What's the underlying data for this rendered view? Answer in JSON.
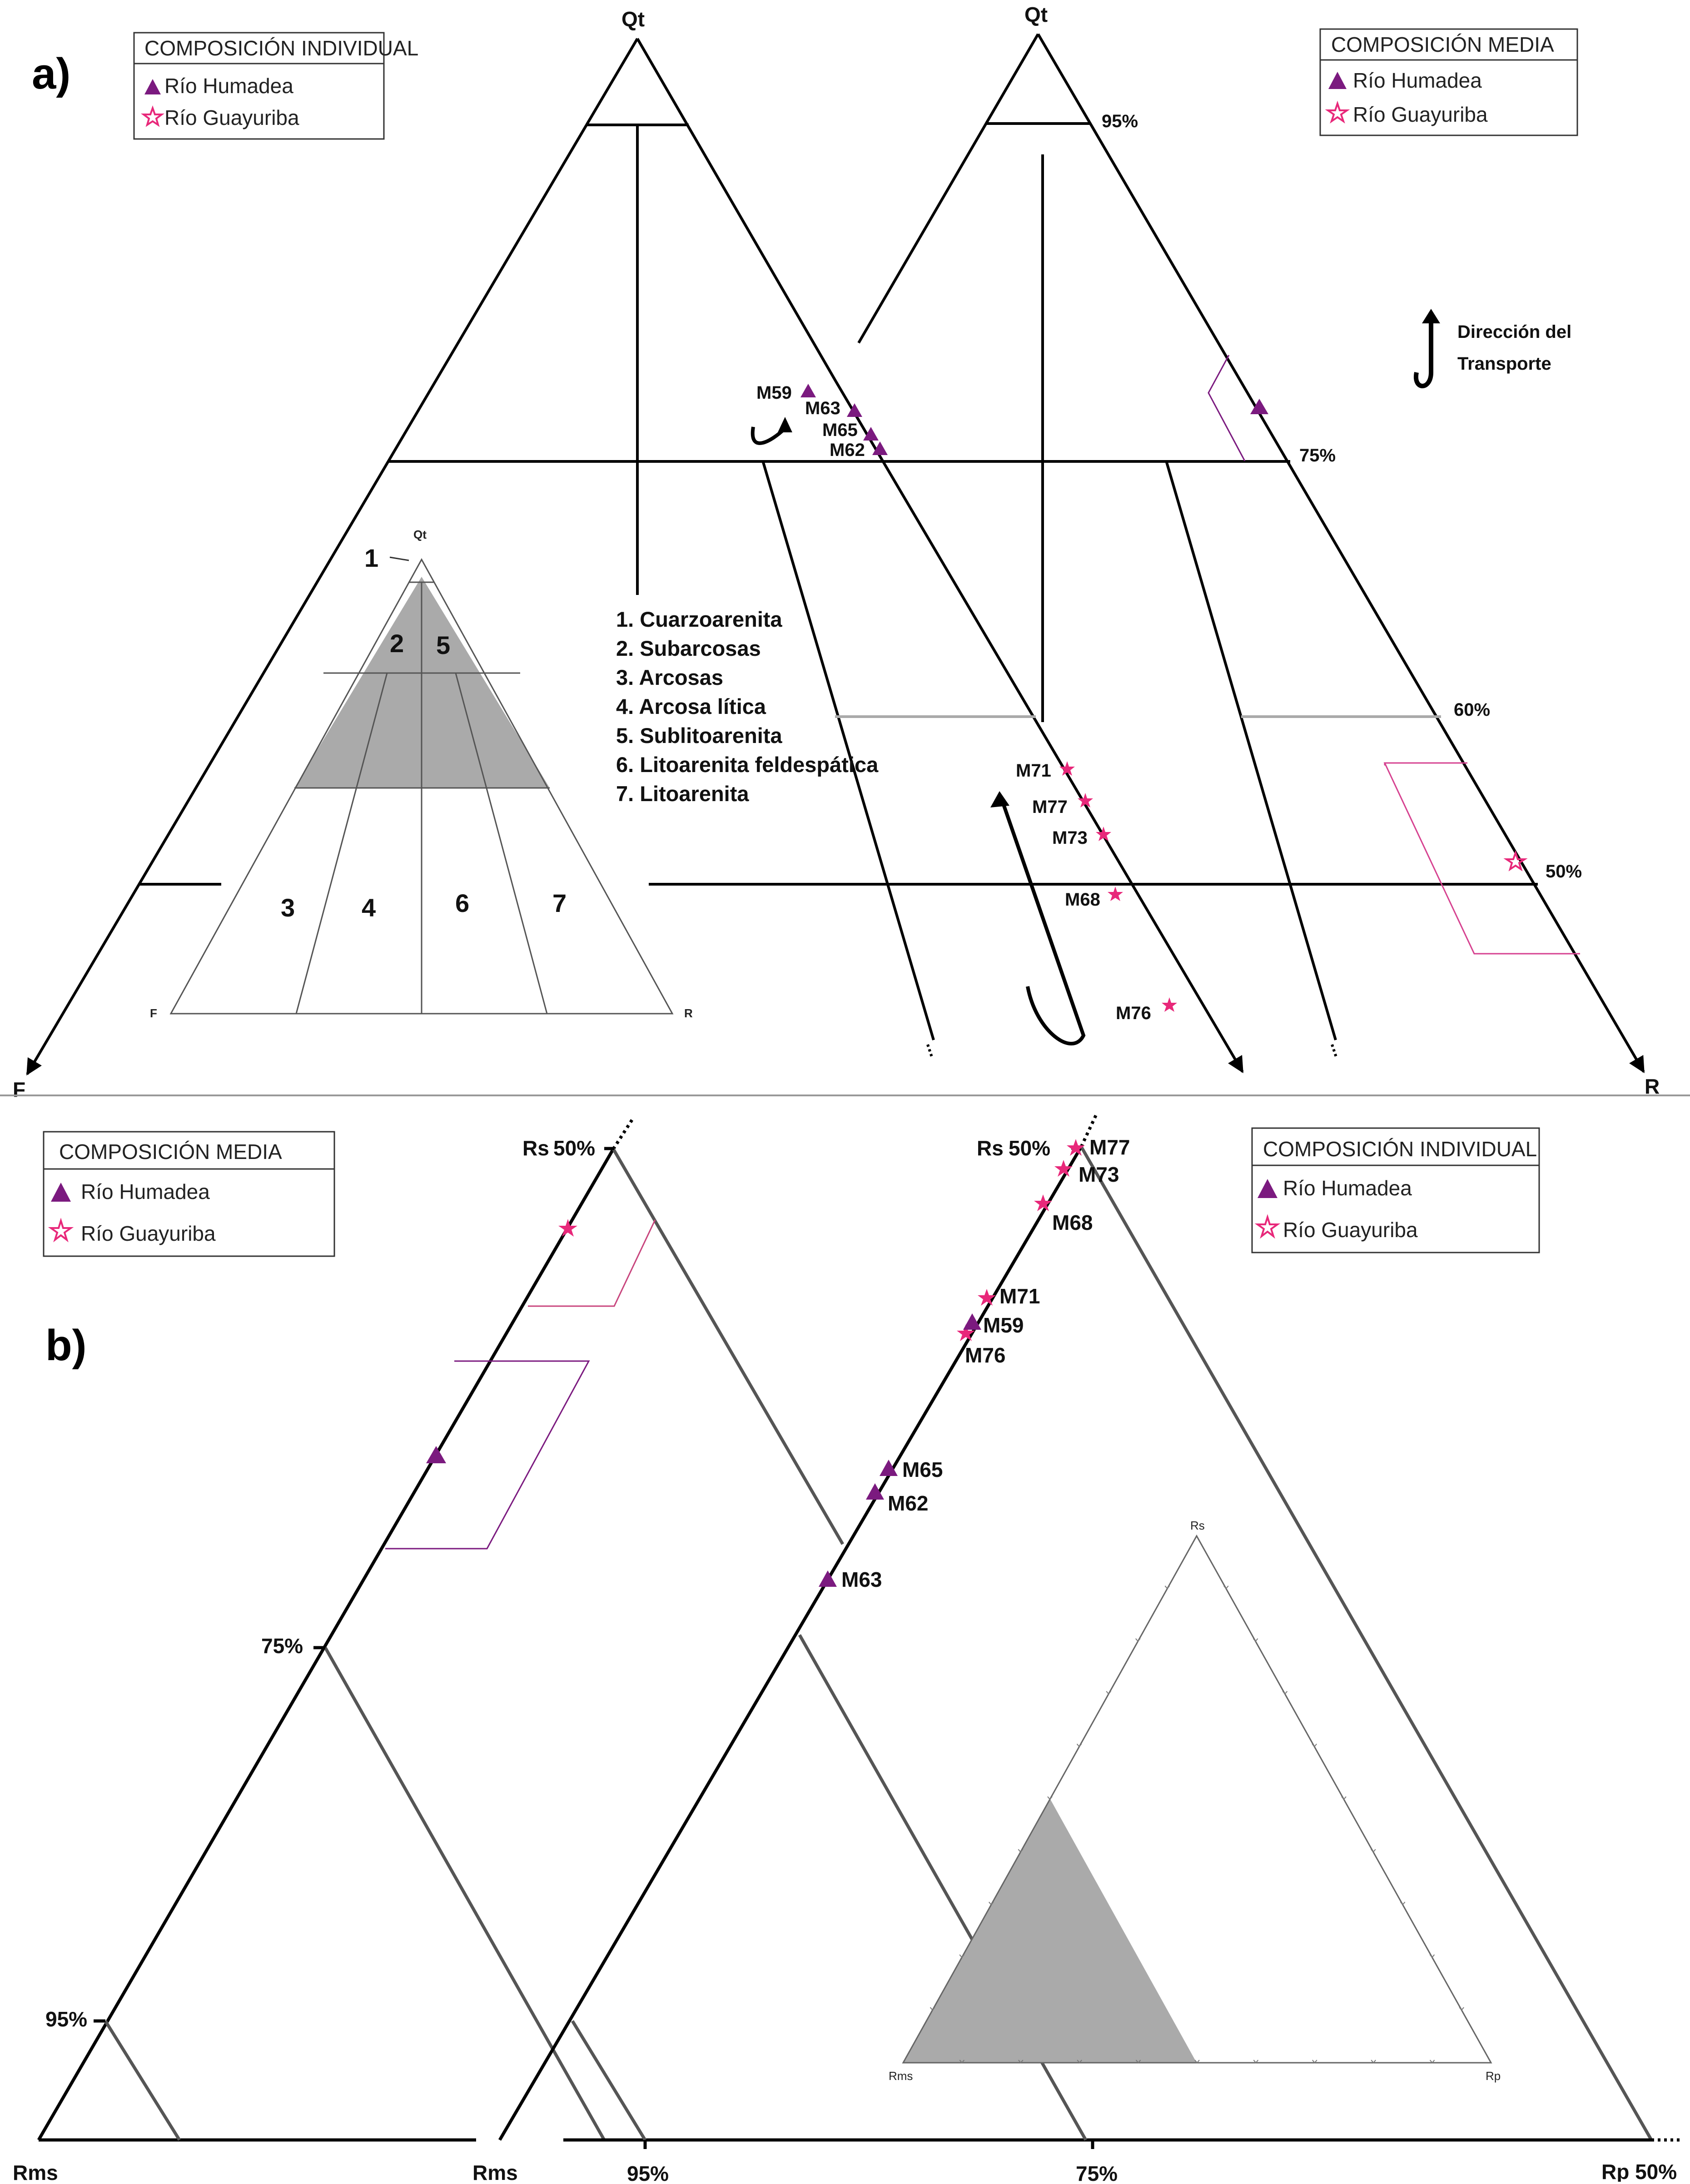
{
  "panel_a": {
    "label": "a)",
    "apex_left_label": "Qt",
    "apex_right_label": "Qt",
    "corner_f_label": "F",
    "corner_r_label": "R",
    "legend_left": {
      "title": "COMPOSICIÓN INDIVIDUAL",
      "items": [
        "Río Humadea",
        "Río Guayuriba"
      ]
    },
    "legend_right": {
      "title": "COMPOSICIÓN MEDIA",
      "items": [
        "Río Humadea",
        "Río Guayuriba"
      ]
    },
    "transport_label_line1": "Dirección del",
    "transport_label_line2": "Transporte",
    "pct_95": "95%",
    "pct_75": "75%",
    "pct_60": "60%",
    "pct_50": "50%",
    "samples": [
      {
        "id": "M59",
        "river": "Río Humadea"
      },
      {
        "id": "M63",
        "river": "Río Humadea"
      },
      {
        "id": "M65",
        "river": "Río Humadea"
      },
      {
        "id": "M62",
        "river": "Río Humadea"
      },
      {
        "id": "M71",
        "river": "Río Guayuriba"
      },
      {
        "id": "M77",
        "river": "Río Guayuriba"
      },
      {
        "id": "M73",
        "river": "Río Guayuriba"
      },
      {
        "id": "M68",
        "river": "Río Guayuriba"
      },
      {
        "id": "M76",
        "river": "Río Guayuriba"
      }
    ],
    "classification": [
      "1. Cuarzoarenita",
      "2. Subarcosas",
      "3. Arcosas",
      "4. Arcosa lítica",
      "5. Sublitoarenita",
      "6. Litoarenita feldespática",
      "7. Litoarenita"
    ],
    "inset": {
      "apex": "Qt",
      "left": "F",
      "right": "R",
      "fields": [
        "1",
        "2",
        "5",
        "3",
        "4",
        "6",
        "7"
      ]
    }
  },
  "panel_b": {
    "label": "b)",
    "legend_left": {
      "title": "COMPOSICIÓN MEDIA",
      "items": [
        "Río Humadea",
        "Río Guayuriba"
      ]
    },
    "legend_right": {
      "title": "COMPOSICIÓN INDIVIDUAL",
      "items": [
        "Río Humadea",
        "Río Guayuriba"
      ]
    },
    "rs_label": "Rs",
    "rs50": "50%",
    "pct_75": "75%",
    "pct_95": "95%",
    "rms_label": "Rms",
    "rp50": "Rp 50%",
    "samples": [
      {
        "id": "M77",
        "river": "Río Guayuriba"
      },
      {
        "id": "M73",
        "river": "Río Guayuriba"
      },
      {
        "id": "M68",
        "river": "Río Guayuriba"
      },
      {
        "id": "M71",
        "river": "Río Guayuriba"
      },
      {
        "id": "M59",
        "river": "Río Humadea"
      },
      {
        "id": "M76",
        "river": "Río Guayuriba"
      },
      {
        "id": "M65",
        "river": "Río Humadea"
      },
      {
        "id": "M62",
        "river": "Río Humadea"
      },
      {
        "id": "M63",
        "river": "Río Humadea"
      }
    ],
    "inset": {
      "apex": "Rs",
      "left": "Rms",
      "right": "Rp"
    }
  },
  "colors": {
    "humadea": "#7b1a7f",
    "guayuriba": "#e8287a",
    "field_line": "#7b1a7f",
    "inset_fill": "#aaaaaa",
    "axis": "#000000"
  }
}
